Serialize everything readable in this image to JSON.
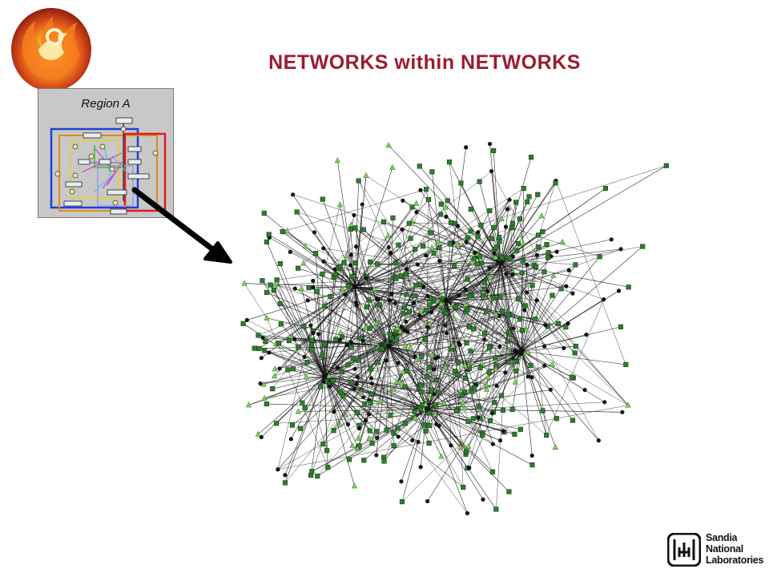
{
  "title": "NETWORKS within NETWORKS",
  "region": {
    "label": "Region A"
  },
  "logo": {
    "institution_lines": [
      "Sandia",
      "National",
      "Laboratories"
    ]
  },
  "icons": {
    "top_left": "phoenix-flame-icon",
    "bottom_right": "sandia-thunderbird-icon",
    "pointer": "arrow-icon"
  },
  "colors": {
    "title": "#9b1b30",
    "node_square": "#2e7d2e",
    "node_triangle": "#7fcf5a",
    "node_circle": "#111111",
    "edge": "#1a1a1a",
    "region_bg": "#c8c8c8"
  }
}
